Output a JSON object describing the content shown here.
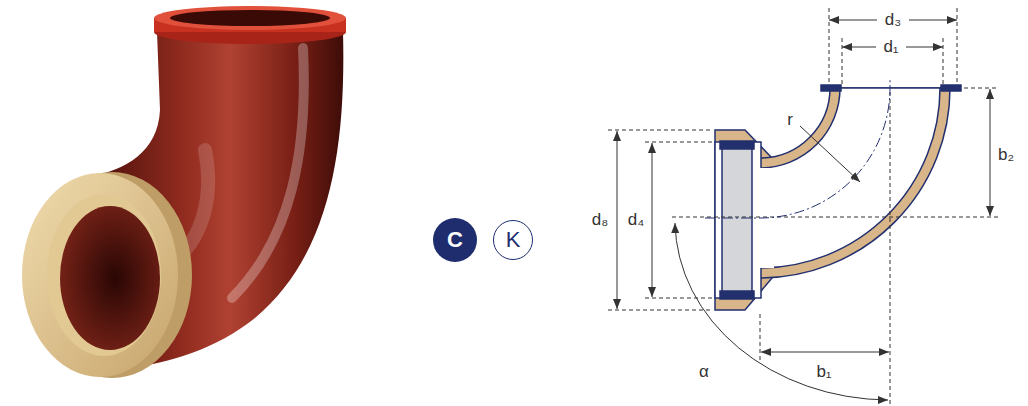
{
  "diagram": {
    "nodes": [
      {
        "text": [
          "C"
        ]
      },
      {
        "text": [
          "K"
        ]
      }
    ],
    "labels": [
      "d₃",
      "d₁",
      "r",
      "b₂",
      "d₈",
      "d₄",
      "α",
      "b₁"
    ]
  }
}
